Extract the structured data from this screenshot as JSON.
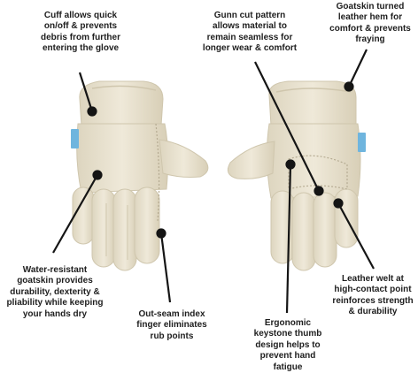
{
  "callouts": {
    "cuff": [
      "Cuff allows quick",
      "on/off & prevents",
      "debris from further",
      "entering the glove"
    ],
    "gunn_cut": [
      "Gunn cut pattern",
      "allows material to",
      "remain seamless for",
      "longer wear & comfort"
    ],
    "hem": [
      "Goatskin turned",
      "leather hem for",
      "comfort & prevents",
      "fraying"
    ],
    "water_resistant": [
      "Water-resistant",
      "goatskin provides",
      "durability, dexterity &",
      "pliability while keeping",
      "your hands dry"
    ],
    "out_seam": [
      "Out-seam index",
      "finger eliminates",
      "rub points"
    ],
    "keystone": [
      "Ergonomic",
      "keystone thumb",
      "design helps to",
      "prevent hand",
      "fatigue"
    ],
    "welt": [
      "Leather welt at",
      "high-contact point",
      "reinforces strength",
      "& durability"
    ]
  },
  "colors": {
    "leather": "#e9e2cf",
    "leather_shadow": "#cfc6ad",
    "seam": "#b5ab92",
    "tag": "#6fb5de",
    "line": "#151515"
  },
  "icons": {
    "left_glove": "glove-back-icon",
    "right_glove": "glove-palm-icon"
  }
}
